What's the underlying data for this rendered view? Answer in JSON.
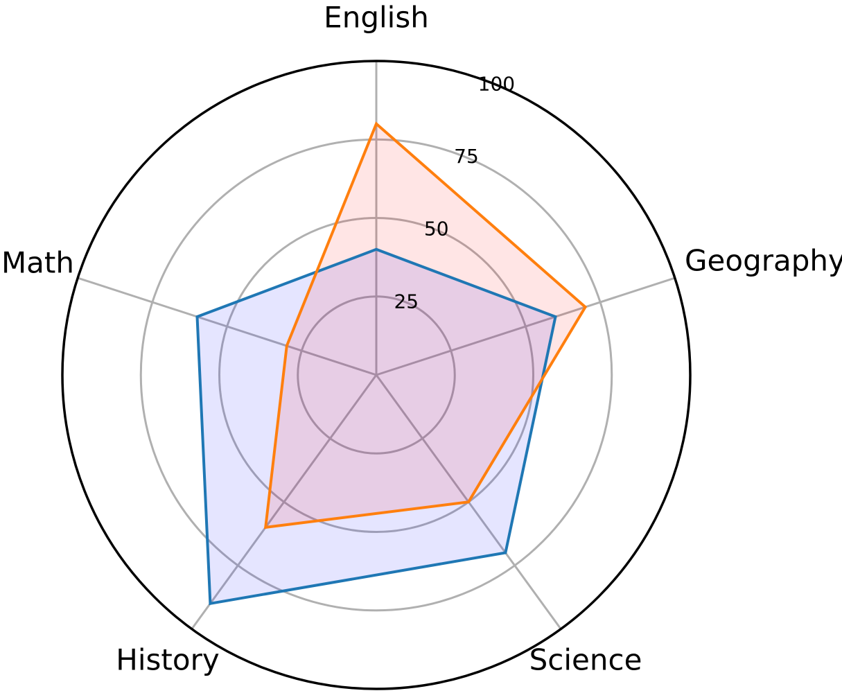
{
  "chart_data": {
    "type": "radar",
    "categories": [
      "English",
      "Geography",
      "Science",
      "History",
      "Math"
    ],
    "rlim": [
      0,
      100
    ],
    "rticks": [
      "25",
      "50",
      "75",
      "100"
    ],
    "rtick_values": [
      25,
      50,
      75,
      100
    ],
    "grid": true,
    "series": [
      {
        "values": [
          40,
          60,
          70,
          90,
          60
        ],
        "line_color": "#1f77b4",
        "fill_color": "#0000ff",
        "fill_opacity": 0.1
      },
      {
        "values": [
          80,
          70,
          50,
          60,
          30
        ],
        "line_color": "#ff7f0e",
        "fill_color": "#ff0000",
        "fill_opacity": 0.1
      }
    ]
  },
  "colors": {
    "grid": "#b0b0b0",
    "outer_ring": "#000000"
  }
}
